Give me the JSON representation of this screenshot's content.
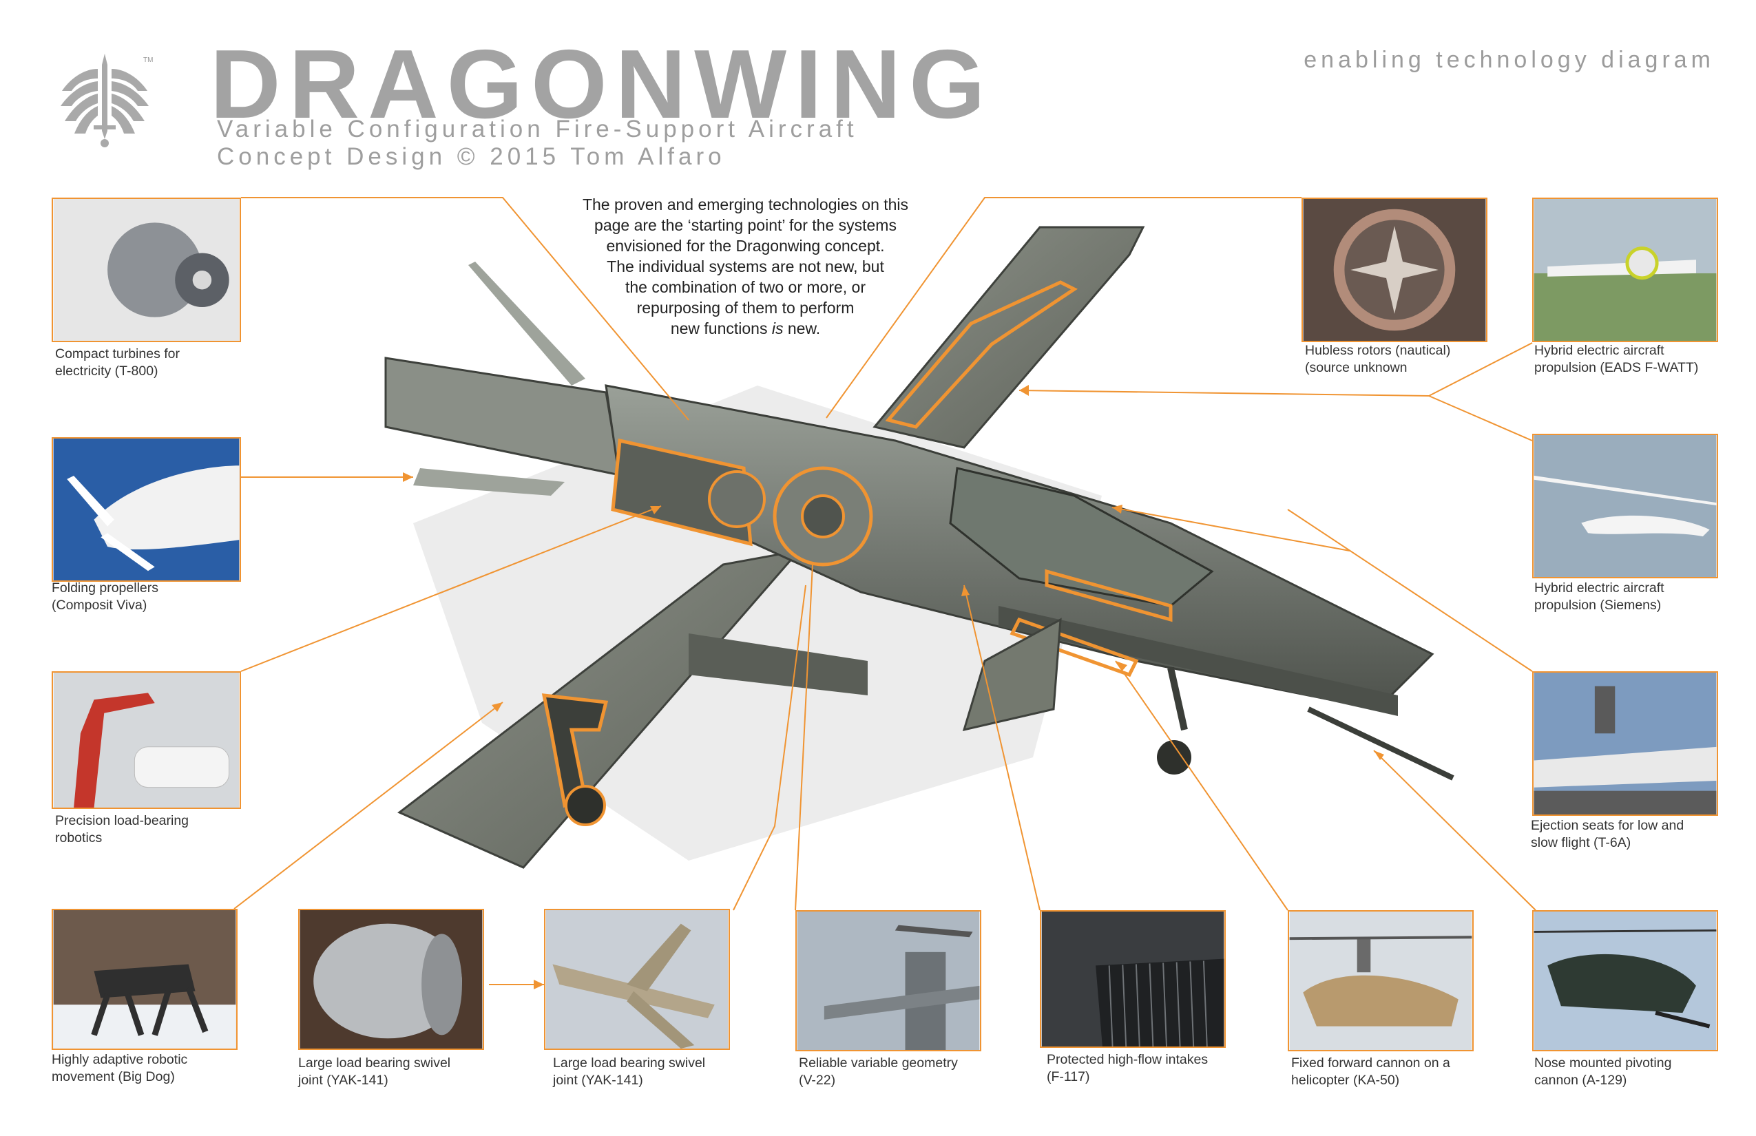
{
  "header": {
    "title": "DRAGONWING",
    "subtitle_line1": "Variable Configuration Fire-Support Aircraft",
    "subtitle_line2": "Concept Design  © 2015 Tom Alfaro",
    "diagram_label": "enabling technology diagram",
    "logo_mark": "TM"
  },
  "intro": {
    "lines": [
      "The proven and emerging technologies on this",
      "page are the ‘starting point’ for the systems",
      "envisioned for the Dragonwing concept.",
      "The individual systems are not new, but",
      "the combination of two or more, or",
      "repurposing of them to perform",
      "new functions is new."
    ]
  },
  "accent_color": "#f09432",
  "callouts": [
    {
      "id": "turbine",
      "icon": "turbine-photo",
      "lines": [
        "Compact turbines for",
        "electricity (T-800)"
      ]
    },
    {
      "id": "hubless",
      "icon": "hubless-rotor-photo",
      "lines": [
        "Hubless rotors (nautical)",
        "(source unknown"
      ]
    },
    {
      "id": "fwatt",
      "icon": "electric-aircraft-photo",
      "lines": [
        "Hybrid electric aircraft",
        "propulsion (EADS F-WATT)"
      ]
    },
    {
      "id": "folding",
      "icon": "folding-propeller-photo",
      "lines": [
        "Folding propellers",
        "(Composit Viva)"
      ]
    },
    {
      "id": "siemens",
      "icon": "glider-photo",
      "lines": [
        "Hybrid electric aircraft",
        "propulsion (Siemens)"
      ]
    },
    {
      "id": "robotics",
      "icon": "robot-arm-photo",
      "lines": [
        "Precision load-bearing",
        "robotics"
      ]
    },
    {
      "id": "ejection",
      "icon": "ejection-seat-photo",
      "lines": [
        "Ejection seats for low and",
        "slow flight (T-6A)"
      ]
    },
    {
      "id": "bigdog",
      "icon": "robot-dog-photo",
      "lines": [
        "Highly adaptive robotic",
        "movement (Big Dog)"
      ]
    },
    {
      "id": "swivel1",
      "icon": "swivel-joint-photo",
      "lines": [
        "Large load bearing swivel",
        "joint (YAK-141)"
      ]
    },
    {
      "id": "swivel2",
      "icon": "jet-photo",
      "lines": [
        "Large load bearing swivel",
        "joint (YAK-141)"
      ]
    },
    {
      "id": "v22",
      "icon": "tiltrotor-photo",
      "lines": [
        "Reliable variable geometry",
        "(V-22)"
      ]
    },
    {
      "id": "f117",
      "icon": "intake-grille-photo",
      "lines": [
        "Protected high-flow intakes",
        "(F-117)"
      ]
    },
    {
      "id": "ka50",
      "icon": "helicopter-photo",
      "lines": [
        "Fixed forward cannon on a",
        "helicopter (KA-50)"
      ]
    },
    {
      "id": "a129",
      "icon": "gunship-photo",
      "lines": [
        "Nose mounted pivoting",
        "cannon (A-129)"
      ]
    }
  ]
}
